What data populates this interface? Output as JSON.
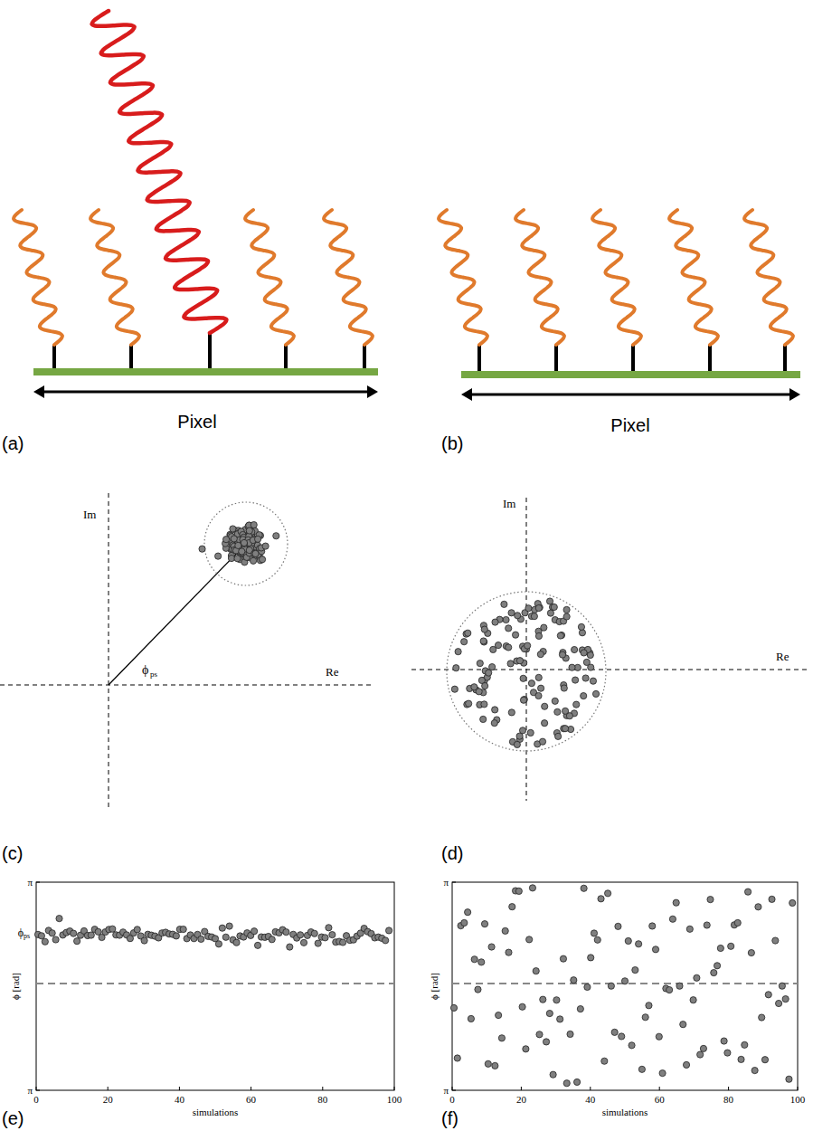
{
  "diagram": {
    "labels": [
      "Pixel",
      "Pixel",
      "(a)",
      "(b)",
      "(c)",
      "(d)",
      "(e)",
      "(f)",
      "Im",
      "Re",
      "ϕ",
      "ps",
      "Im",
      "Re",
      "π",
      "ϕ",
      "ps",
      "π",
      "ϕ [rad]",
      "simulations",
      "0",
      "20",
      "40",
      "60",
      "80",
      "100",
      "π",
      "π",
      "ϕ [rad]",
      "simulations",
      "0",
      "20",
      "40",
      "60",
      "80",
      "100"
    ]
  }
}
